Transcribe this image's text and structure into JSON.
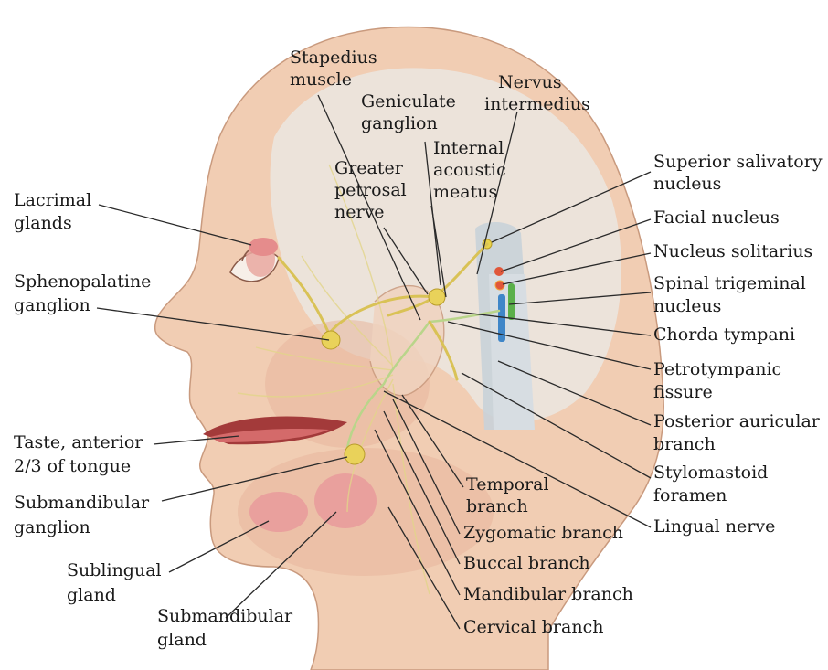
{
  "labels": {
    "stapedius_muscle": [
      "Stapedius",
      "muscle"
    ],
    "nervus_intermedius": [
      "Nervus",
      "intermedius"
    ],
    "geniculate_ganglion": [
      "Geniculate",
      "ganglion"
    ],
    "internal_acoustic_meatus": [
      "Internal",
      "acoustic",
      "meatus"
    ],
    "greater_petrosal_nerve": [
      "Greater",
      "petrosal",
      "nerve"
    ],
    "lacrimal_glands": [
      "Lacrimal",
      "glands"
    ],
    "sphenopalatine_ganglion": [
      "Sphenopalatine",
      "ganglion"
    ],
    "taste_anterior_tongue": [
      "Taste, anterior",
      "2/3 of tongue"
    ],
    "submandibular_ganglion": [
      "Submandibular",
      "ganglion"
    ],
    "sublingual_gland": [
      "Sublingual",
      "gland"
    ],
    "submandibular_gland": [
      "Submandibular",
      "gland"
    ],
    "superior_salivatory_nucleus": [
      "Superior salivatory",
      "nucleus"
    ],
    "facial_nucleus": [
      "Facial nucleus"
    ],
    "nucleus_solitarius": [
      "Nucleus solitarius"
    ],
    "spinal_trigeminal_nucleus": [
      "Spinal trigeminal",
      "nucleus"
    ],
    "chorda_tympani": [
      "Chorda tympani"
    ],
    "petrotympanic_fissure": [
      "Petrotympanic",
      "fissure"
    ],
    "posterior_auricular_branch": [
      "Posterior auricular",
      "branch"
    ],
    "stylomastoid_foramen": [
      "Stylomastoid",
      "foramen"
    ],
    "lingual_nerve": [
      "Lingual nerve"
    ],
    "temporal_branch": [
      "Temporal",
      "branch"
    ],
    "zygomatic_branch": [
      "Zygomatic branch"
    ],
    "buccal_branch": [
      "Buccal branch"
    ],
    "mandibular_branch": [
      "Mandibular branch"
    ],
    "cervical_branch": [
      "Cervical branch"
    ]
  },
  "colors": {
    "skin": "#f1cdb3",
    "nerve_yellow": "#d9c256",
    "nerve_green": "#b9d58a",
    "nucleus_red": "#e0573a",
    "nucleus_green": "#5bb04a",
    "nucleus_blue": "#3f86c8",
    "brainstem": "#c9d1d8"
  }
}
